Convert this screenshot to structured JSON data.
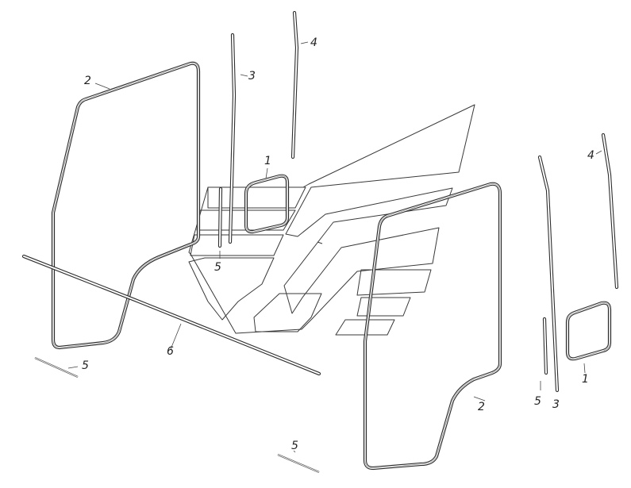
{
  "callouts": {
    "seal_outer_left": "2",
    "strip_3_left": "3",
    "strip_4_left": "4",
    "window_seal_left": "1",
    "strip_5_left": "5",
    "strip_5_bottom_left": "5",
    "cord_6": "6",
    "strip_4_right": "4",
    "window_seal_right": "1",
    "strip_5_right": "5",
    "strip_3_right": "3",
    "seal_outer_right": "2",
    "strip_5_bottom_center": "5"
  }
}
